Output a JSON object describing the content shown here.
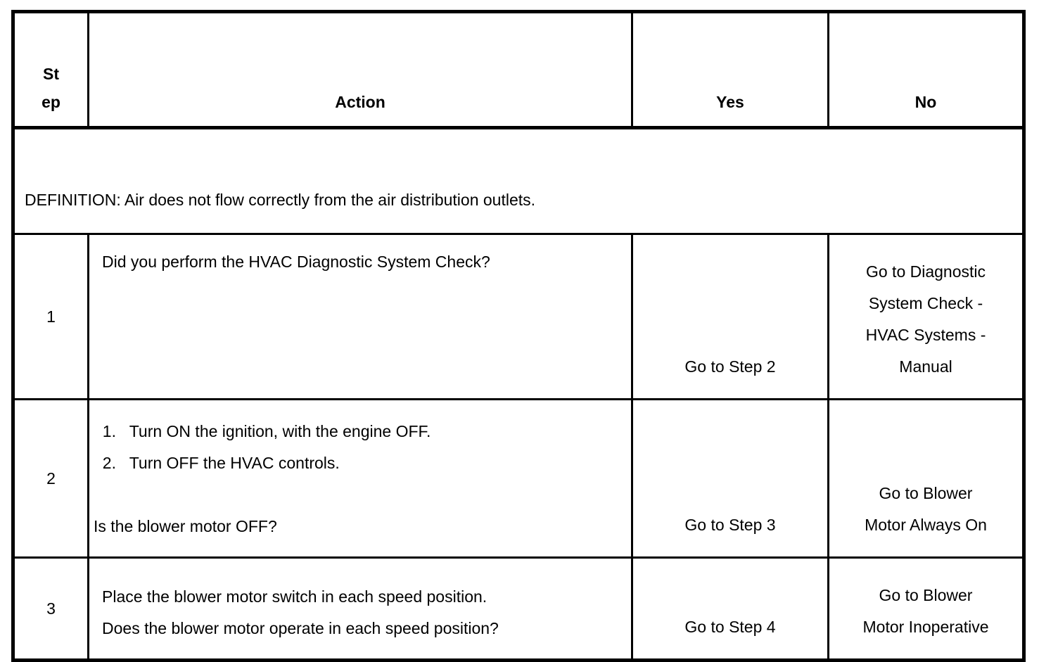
{
  "table": {
    "headers": {
      "step": "St\nep",
      "action": "Action",
      "yes": "Yes",
      "no": "No"
    },
    "definition": "DEFINITION: Air does not flow correctly from the air distribution outlets.",
    "rows": [
      {
        "step": "1",
        "action": "Did you perform the HVAC Diagnostic System Check?",
        "yes": "Go to Step 2",
        "no": "Go to Diagnostic\nSystem Check -\nHVAC Systems -\nManual"
      },
      {
        "step": "2",
        "action": "  1.   Turn ON the ignition, with the engine OFF.\n  2.   Turn OFF the HVAC controls.\n\nIs the blower motor OFF?",
        "yes": "Go to Step 3",
        "no": "Go to Blower\nMotor Always On"
      },
      {
        "step": "3",
        "action": "Place the blower motor switch in each speed position.\nDoes the blower motor operate in each speed position?",
        "yes": "Go to Step 4",
        "no": "Go to Blower\nMotor Inoperative"
      }
    ]
  }
}
